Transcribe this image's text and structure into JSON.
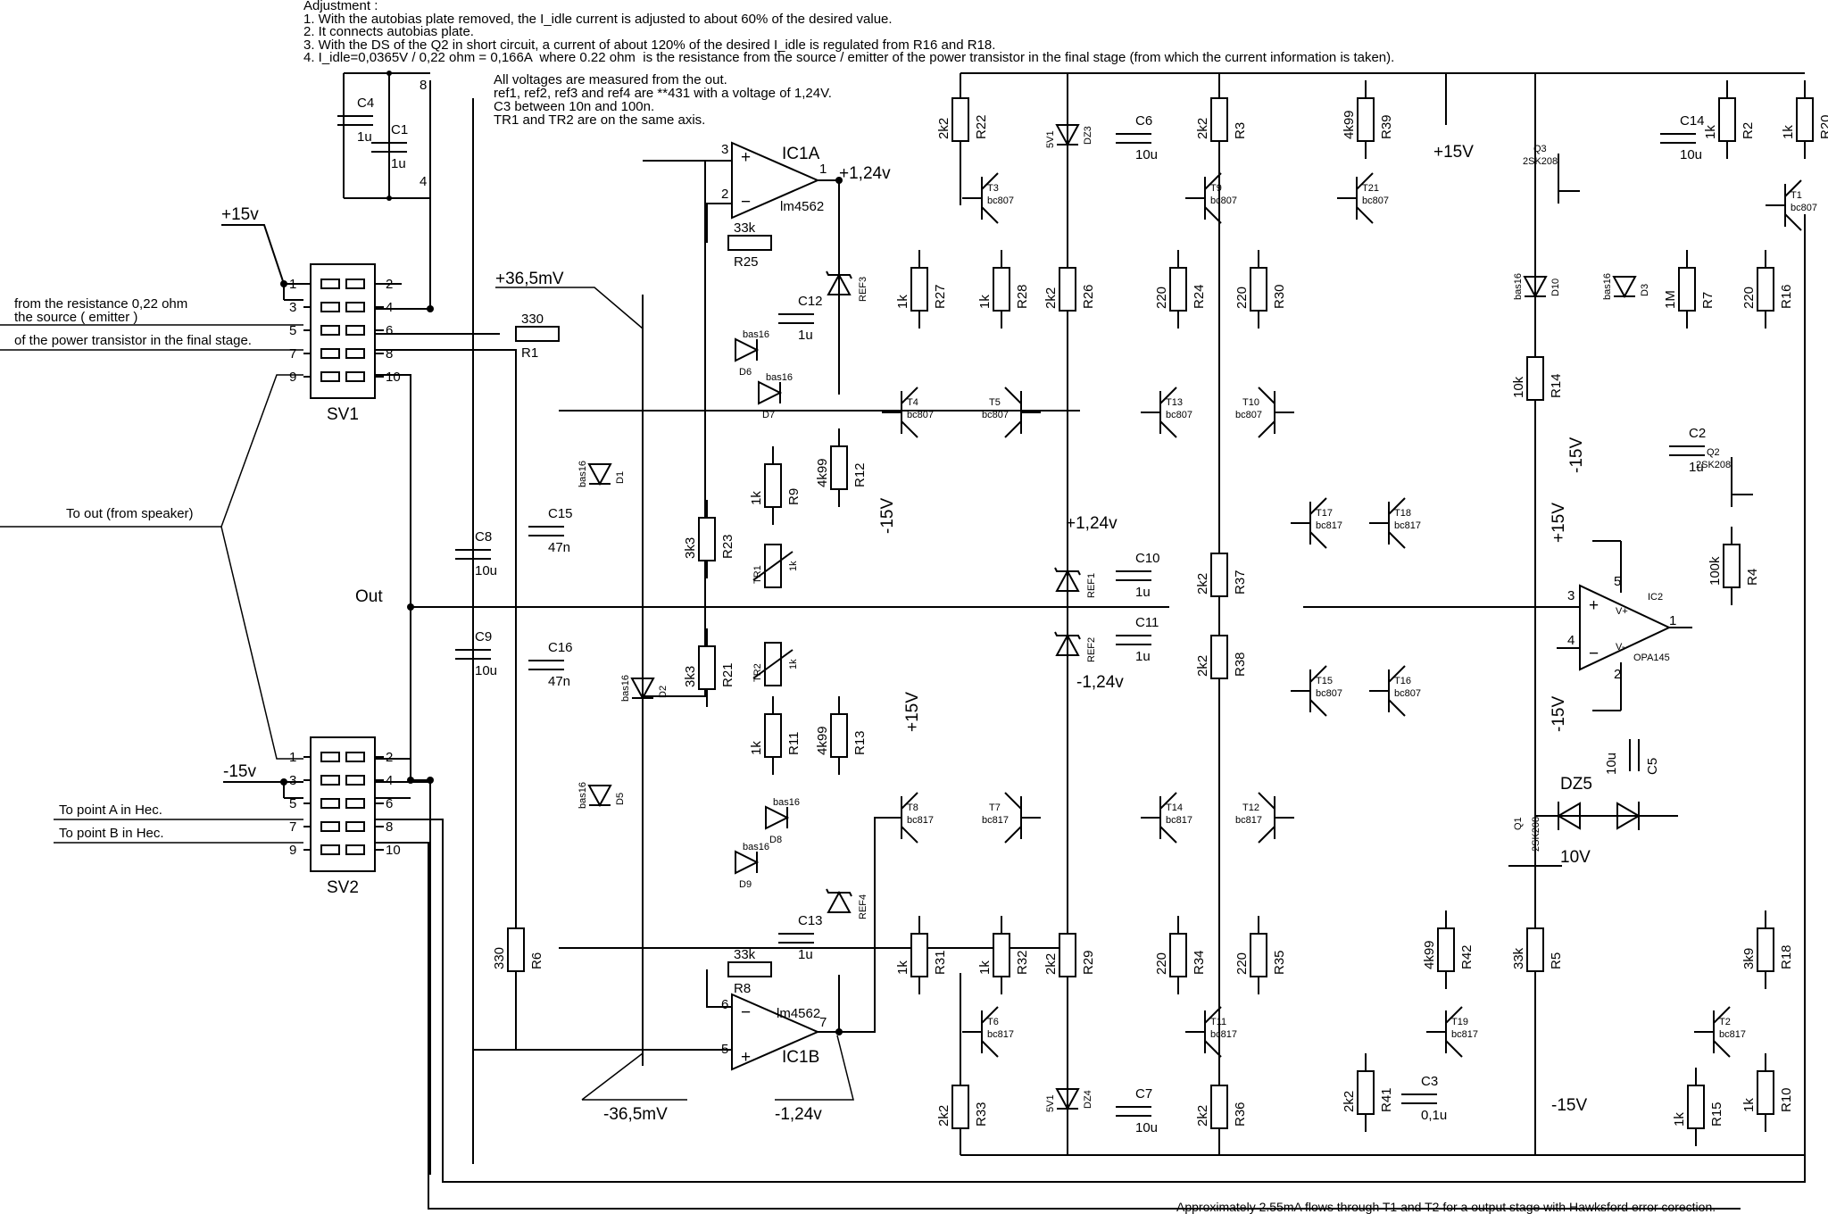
{
  "notes": {
    "adjustment": [
      "Adjustment :",
      "1. With the autobias plate removed, the I_idle current is adjusted to about 60% of the desired value.",
      "2. It connects autobias plate.",
      "3. With the DS of the Q2 in short circuit, a current of about 120% of the desired I_idle is regulated from R16 and R18.",
      "4. I_idle=0,0365V / 0,22 ohm = 0,166A  where 0.22 ohm  is the resistance from the source / emitter of the power transistor in the final stage (from which the current information is taken)."
    ],
    "measurement": [
      "All voltages are measured from the out.",
      "ref1, ref2, ref3 and ref4 are **431 with a voltage of 1,24V.",
      "C3 between 10n and 100n.",
      "TR1 and TR2 are on the same axis."
    ],
    "footer": "Approximately 2.55mA flows through T1 and T2 for a output stage with Hawksford error corection."
  },
  "connectors": {
    "sv1": {
      "name": "SV1",
      "pins_left": [
        "1",
        "3",
        "5",
        "7",
        "9"
      ],
      "pins_right": [
        "2",
        "4",
        "6",
        "8",
        "10"
      ]
    },
    "sv2": {
      "name": "SV2",
      "pins_left": [
        "1",
        "3",
        "5",
        "7",
        "9"
      ],
      "pins_right": [
        "2",
        "4",
        "6",
        "8",
        "10"
      ]
    }
  },
  "net_labels": {
    "plus15_in": "+15v",
    "source_1": "from the resistance 0,22 ohm",
    "source_2": "the source ( emitter )",
    "source_3": "of the power transistor in the final stage.",
    "to_out": "To out (from speaker)",
    "out": "Out",
    "minus15_in": "-15v",
    "point_a": "To point A in Hec.",
    "point_b": "To point B in Hec.",
    "plus36": "+36,5mV",
    "minus36": "-36,5mV",
    "plus124_ic": "+1,24v",
    "minus124_ic": "-1,24v",
    "plus124_ref": "+1,24v",
    "minus124_ref": "-1,24v",
    "plus15_rail": "+15V",
    "minus15_r12": "-15V",
    "plus15_r13": "+15V",
    "minus15_q2": "-15V",
    "plus15_ic2": "+15V",
    "minus15_ic2": "-15V",
    "minus15_bottom": "-15V",
    "dz5": "DZ5",
    "dz5_v": "10V"
  },
  "opamps": {
    "ic1a": {
      "name": "IC1A",
      "part": "lm4562",
      "pin_p": "3",
      "pin_n": "2",
      "pin_o": "1",
      "plus": "+",
      "minus": "−"
    },
    "ic1b": {
      "name": "IC1B",
      "part": "lm4562",
      "pin_p": "5",
      "pin_n": "6",
      "pin_o": "7",
      "plus": "+",
      "minus": "−"
    },
    "ic2": {
      "name": "IC2",
      "part": "OPA145",
      "pin_p": "3",
      "pin_n": "4",
      "pin_o": "1",
      "pin_vp": "5",
      "pin_vn": "2",
      "vp": "V+",
      "vn": "V-",
      "plus": "+",
      "minus": "−"
    }
  },
  "opamp_pins": {
    "ic1a_pin8": "8",
    "ic1a_pin4": "4"
  },
  "resistors": [
    {
      "ref": "R22",
      "val": "2k2"
    },
    {
      "ref": "R3",
      "val": "2k2"
    },
    {
      "ref": "R39",
      "val": "4k99"
    },
    {
      "ref": "R2",
      "val": "1k"
    },
    {
      "ref": "R20",
      "val": "1k"
    },
    {
      "ref": "R27",
      "val": "1k"
    },
    {
      "ref": "R28",
      "val": "1k"
    },
    {
      "ref": "R26",
      "val": "2k2"
    },
    {
      "ref": "R24",
      "val": "220"
    },
    {
      "ref": "R30",
      "val": "220"
    },
    {
      "ref": "R7",
      "val": "1M"
    },
    {
      "ref": "R16",
      "val": "220"
    },
    {
      "ref": "R14",
      "val": "10k"
    },
    {
      "ref": "R1",
      "val": "330"
    },
    {
      "ref": "R25",
      "val": "33k"
    },
    {
      "ref": "R9",
      "val": "1k"
    },
    {
      "ref": "R12",
      "val": "4k99"
    },
    {
      "ref": "R23",
      "val": "3k3"
    },
    {
      "ref": "R21",
      "val": "3k3"
    },
    {
      "ref": "R11",
      "val": "1k"
    },
    {
      "ref": "R13",
      "val": "4k99"
    },
    {
      "ref": "R37",
      "val": "2k2"
    },
    {
      "ref": "R38",
      "val": "2k2"
    },
    {
      "ref": "R4",
      "val": "100k"
    },
    {
      "ref": "R8",
      "val": "33k"
    },
    {
      "ref": "R6",
      "val": "330"
    },
    {
      "ref": "R31",
      "val": "1k"
    },
    {
      "ref": "R32",
      "val": "1k"
    },
    {
      "ref": "R29",
      "val": "2k2"
    },
    {
      "ref": "R34",
      "val": "220"
    },
    {
      "ref": "R35",
      "val": "220"
    },
    {
      "ref": "R42",
      "val": "4k99"
    },
    {
      "ref": "R5",
      "val": "33k"
    },
    {
      "ref": "R18",
      "val": "3k9"
    },
    {
      "ref": "R33",
      "val": "2k2"
    },
    {
      "ref": "R36",
      "val": "2k2"
    },
    {
      "ref": "R41",
      "val": "2k2"
    },
    {
      "ref": "R15",
      "val": "1k"
    },
    {
      "ref": "R10",
      "val": "1k"
    }
  ],
  "capacitors": [
    {
      "ref": "C4",
      "val": "1u"
    },
    {
      "ref": "C1",
      "val": "1u"
    },
    {
      "ref": "C6",
      "val": "10u"
    },
    {
      "ref": "C14",
      "val": "10u"
    },
    {
      "ref": "C12",
      "val": "1u"
    },
    {
      "ref": "C2",
      "val": "1u"
    },
    {
      "ref": "C15",
      "val": "47n"
    },
    {
      "ref": "C8",
      "val": "10u"
    },
    {
      "ref": "C10",
      "val": "1u"
    },
    {
      "ref": "C11",
      "val": "1u"
    },
    {
      "ref": "C9",
      "val": "10u"
    },
    {
      "ref": "C16",
      "val": "47n"
    },
    {
      "ref": "C5",
      "val": "10u"
    },
    {
      "ref": "C13",
      "val": "1u"
    },
    {
      "ref": "C7",
      "val": "10u"
    },
    {
      "ref": "C3",
      "val": "0,1u"
    }
  ],
  "transistors": [
    {
      "ref": "T3",
      "part": "bc807"
    },
    {
      "ref": "T9",
      "part": "bc807"
    },
    {
      "ref": "T21",
      "part": "bc807"
    },
    {
      "ref": "T1",
      "part": "bc807"
    },
    {
      "ref": "T4",
      "part": "bc807"
    },
    {
      "ref": "T5",
      "part": "bc807"
    },
    {
      "ref": "T13",
      "part": "bc807"
    },
    {
      "ref": "T10",
      "part": "bc807"
    },
    {
      "ref": "T17",
      "part": "bc817"
    },
    {
      "ref": "T18",
      "part": "bc817"
    },
    {
      "ref": "T15",
      "part": "bc807"
    },
    {
      "ref": "T16",
      "part": "bc807"
    },
    {
      "ref": "T8",
      "part": "bc817"
    },
    {
      "ref": "T7",
      "part": "bc817"
    },
    {
      "ref": "T14",
      "part": "bc817"
    },
    {
      "ref": "T12",
      "part": "bc817"
    },
    {
      "ref": "T6",
      "part": "bc817"
    },
    {
      "ref": "T11",
      "part": "bc817"
    },
    {
      "ref": "T19",
      "part": "bc817"
    },
    {
      "ref": "T2",
      "part": "bc817"
    },
    {
      "ref": "Q3",
      "part": "2SK208"
    },
    {
      "ref": "Q2",
      "part": "2SK208"
    },
    {
      "ref": "Q1",
      "part": "2SK208"
    }
  ],
  "diodes": [
    {
      "ref": "D10",
      "part": "bas16"
    },
    {
      "ref": "D3",
      "part": "bas16"
    },
    {
      "ref": "D6",
      "part": "bas16"
    },
    {
      "ref": "D7",
      "part": "bas16"
    },
    {
      "ref": "D1",
      "part": "bas16"
    },
    {
      "ref": "D2",
      "part": "bas16"
    },
    {
      "ref": "D5",
      "part": "bas16"
    },
    {
      "ref": "D8",
      "part": "bas16"
    },
    {
      "ref": "D9",
      "part": "bas16"
    },
    {
      "ref": "DZ3",
      "part": "5V1"
    },
    {
      "ref": "DZ4",
      "part": "5V1"
    }
  ],
  "references": [
    "REF1",
    "REF2",
    "REF3",
    "REF4"
  ],
  "trimmers": [
    {
      "ref": "TR1",
      "val": "1k"
    },
    {
      "ref": "TR2",
      "val": "1k"
    }
  ]
}
